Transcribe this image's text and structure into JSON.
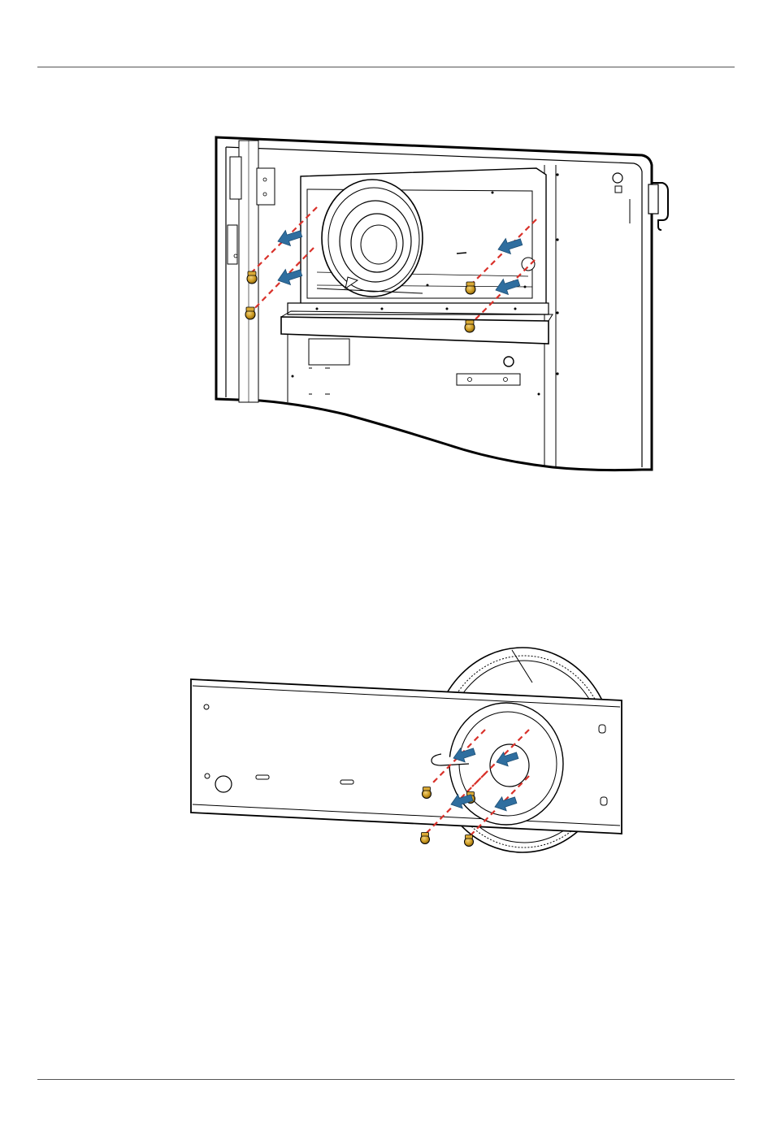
{
  "page": {
    "background": "#ffffff",
    "rule_color": "#555555"
  },
  "figures": [
    {
      "name": "fan-removal-in-cabinet",
      "fastener_count": 4,
      "arrow_count": 4
    },
    {
      "name": "fan-detached-from-bracket",
      "fastener_count": 4,
      "arrow_count": 4
    }
  ],
  "colors": {
    "line_art": "#000000",
    "removal_arrow": "#2f6e9f",
    "guide_line": "#d9322b",
    "screw": "#c8961e",
    "screw_shade": "#7a5a10"
  },
  "icons": {
    "arrow": "removal-arrow-icon",
    "screw": "screw-icon"
  }
}
